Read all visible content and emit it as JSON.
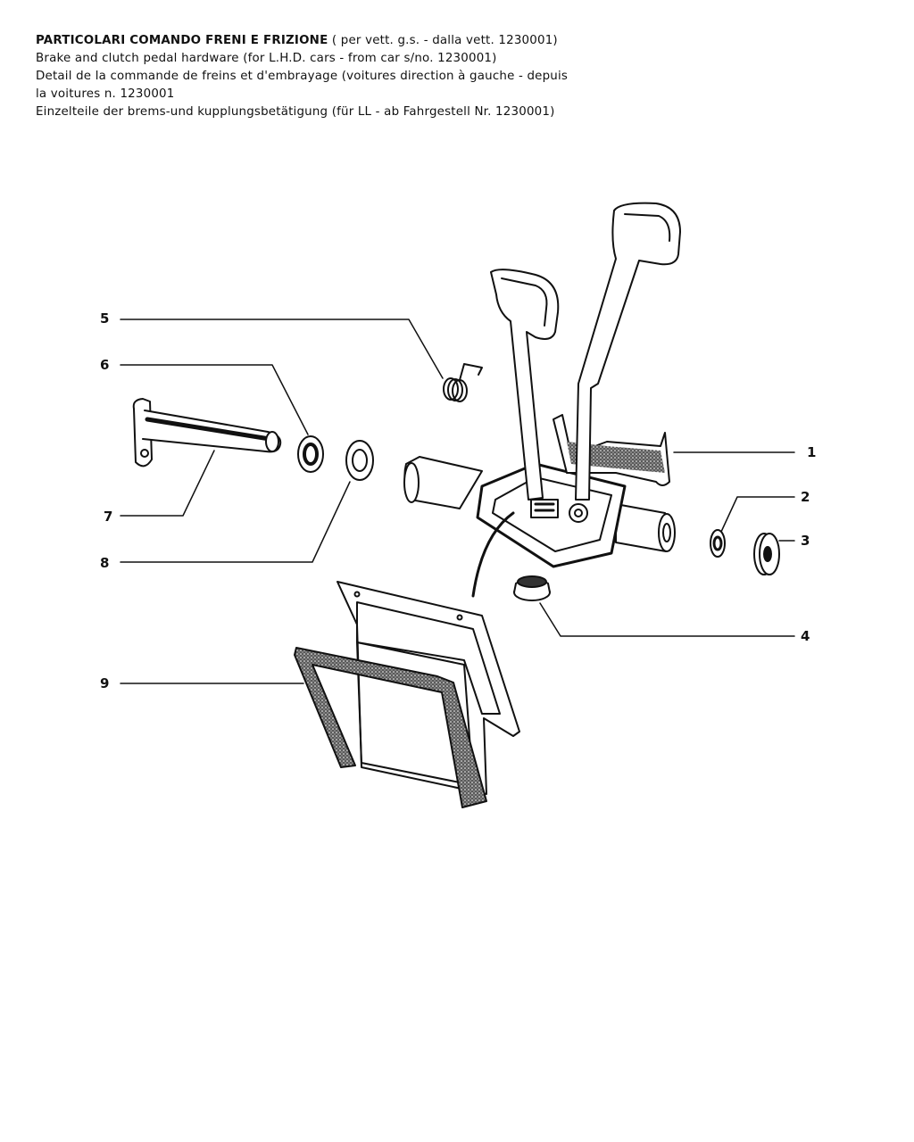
{
  "header": {
    "title_it_part1": "PARTICOLARI COMANDO FRENI E FRIZIONE",
    "title_it_part2": "( per vett. g.s. - dalla vett. 1230001)",
    "title_en": "Brake and clutch pedal hardware (for L.H.D. cars - from car s/no. 1230001)",
    "title_fr_line1": "Detail de la commande de freins et d'embrayage (voitures direction à gauche - depuis",
    "title_fr_line2": "la voitures n. 1230001",
    "title_de": "Einzelteile der brems-und kupplungsbetätigung (für LL - ab Fahrgestell Nr. 1230001)"
  },
  "callouts": [
    {
      "id": "1",
      "label": "1"
    },
    {
      "id": "2",
      "label": "2"
    },
    {
      "id": "3",
      "label": "3"
    },
    {
      "id": "4",
      "label": "4"
    },
    {
      "id": "5",
      "label": "5"
    },
    {
      "id": "6",
      "label": "6"
    },
    {
      "id": "7",
      "label": "7"
    },
    {
      "id": "8",
      "label": "8"
    },
    {
      "id": "9",
      "label": "9"
    }
  ],
  "colors": {
    "ink": "#111111",
    "paper": "#ffffff",
    "felt": "#6a6a6a"
  }
}
